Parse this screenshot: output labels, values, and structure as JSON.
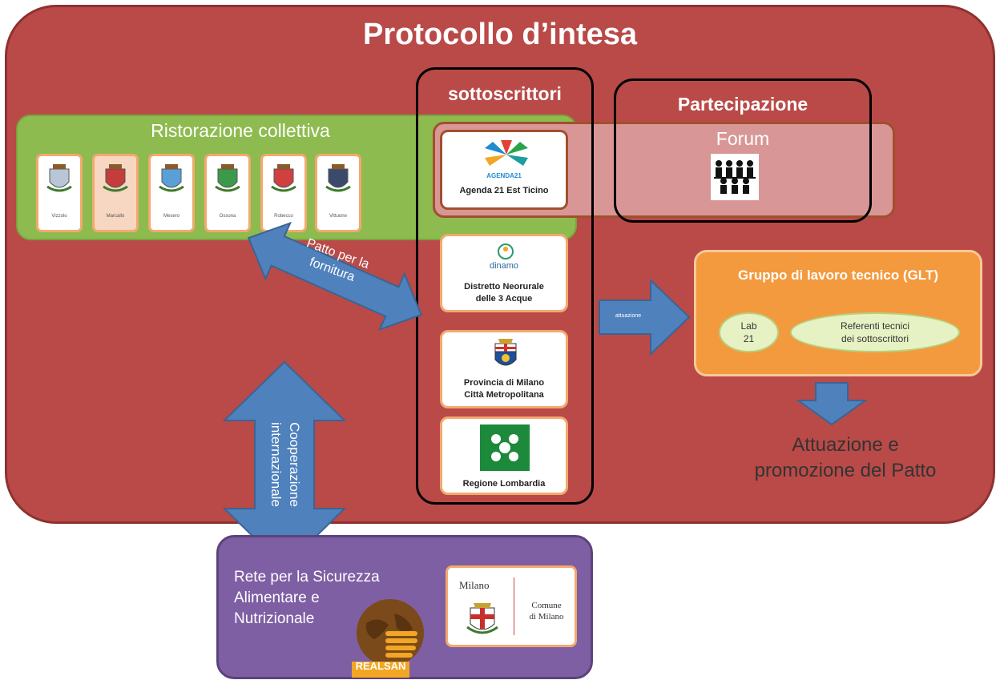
{
  "title": "Protocollo d’intesa",
  "ristorazione": {
    "title": "Ristorazione collettiva",
    "municipalities": [
      "Vizzolo",
      "Marcallo",
      "Mesero",
      "Ossona",
      "Robecco",
      "Vittuone"
    ]
  },
  "sottoscrittori": {
    "title": "sottoscrittori",
    "agenda_logo_text": "AGENDA21",
    "agenda": "Agenda 21 Est Ticino",
    "dinamo_logo_text": "dinamo",
    "distretto_line1": "Distretto Neorurale",
    "distretto_line2": "delle 3 Acque",
    "provincia_line1": "Provincia di Milano",
    "provincia_line2": "Città Metropolitana",
    "regione": "Regione Lombardia"
  },
  "partecipazione": {
    "title": "Partecipazione",
    "forum": "Forum"
  },
  "arrows": {
    "patto_line1": "Patto per la",
    "patto_line2": "fornitura",
    "coop_line1": "Cooperazione",
    "coop_line2": "internazionale",
    "attuazione_small": "attuazione"
  },
  "glt": {
    "title": "Gruppo di lavoro tecnico (GLT)",
    "lab_line1": "Lab",
    "lab_line2": "21",
    "ref_line1": "Referenti tecnici",
    "ref_line2": "dei sottoscrittori"
  },
  "attuazione": {
    "line1": "Attuazione e",
    "line2": "promozione del Patto"
  },
  "rete": {
    "line1": "Rete per la Sicurezza",
    "line2": "Alimentare e",
    "line3": "Nutrizionale",
    "realsan": "REALSAN"
  },
  "milano": {
    "city": "Milano",
    "comune_line1": "Comune",
    "comune_line2": "di Milano"
  },
  "colors": {
    "main_panel": "#b94a48",
    "green_panel": "#8ebb4f",
    "orange_panel": "#f39a3e",
    "purple_panel": "#7e5fa3",
    "arrow_blue": "#4f81bd",
    "card_border": "#f3a96e"
  }
}
